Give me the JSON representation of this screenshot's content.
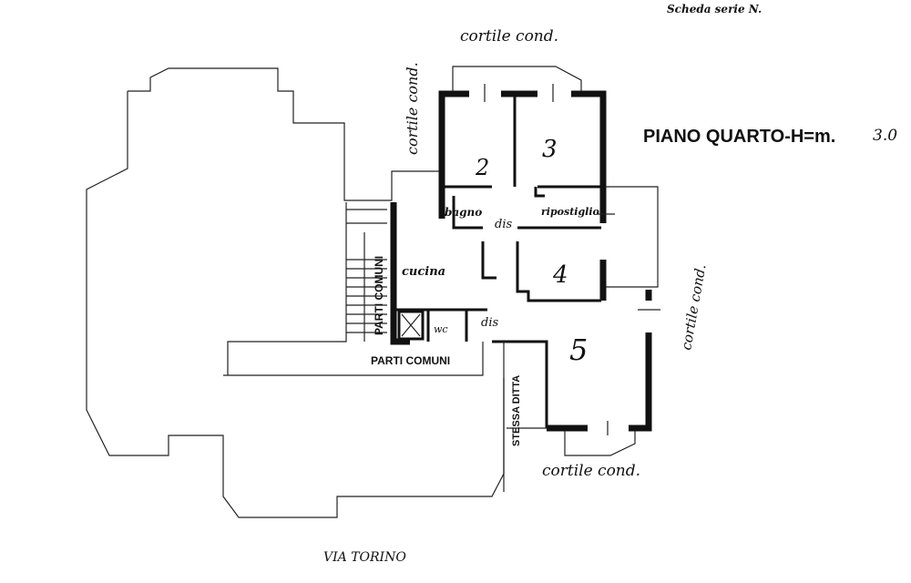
{
  "header": {
    "scheda": "Scheda serie N.",
    "title": "PIANO QUARTO-H=m.",
    "height_value": "3.0"
  },
  "labels": {
    "cortile_top": "cortile cond.",
    "cortile_left": "cortile cond.",
    "cortile_right": "cortile cond.",
    "cortile_bottom": "cortile cond.",
    "parti_comuni_vertical": "PARTI COMUNI",
    "parti_comuni_horizontal": "PARTI COMUNI",
    "stessa_ditta": "STESSA DITTA",
    "street": "VIA TORINO"
  },
  "rooms": {
    "room_2": "2",
    "room_3": "3",
    "room_4": "4",
    "room_5": "5",
    "bagno": "bagno",
    "disimpegno": "dis",
    "ripostiglio": "ripostiglio",
    "cucina": "cucina",
    "wc": "wc",
    "dis2": "dis"
  }
}
